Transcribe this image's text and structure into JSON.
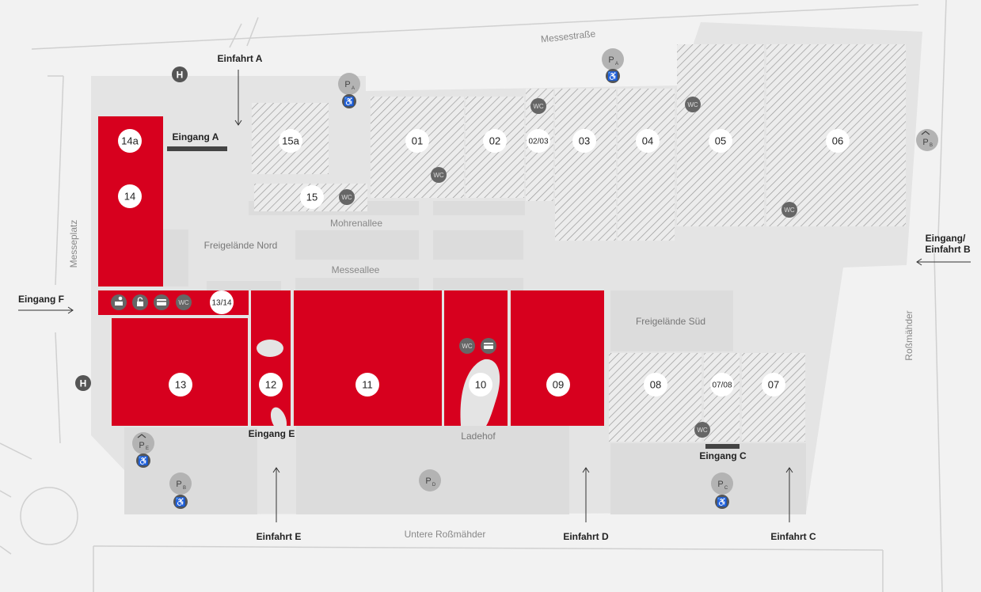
{
  "colors": {
    "background": "#f2f2f2",
    "ground": "#e4e4e4",
    "area": "#dcdcdc",
    "hall_red": "#d7001e",
    "hatch": "#9a9a9a",
    "dark_icon": "#666666",
    "parking": "#b3b3b3"
  },
  "streets": {
    "messestrasse": "Messestraße",
    "mohrenallee": "Mohrenallee",
    "messeallee": "Messeallee",
    "untere_rossmaehder": "Untere Roßmähder",
    "rossmaehder": "Roßmähder",
    "messeplatz": "Messeplatz"
  },
  "areas": {
    "freigelaende_nord": "Freigelände Nord",
    "freigelaende_sued": "Freigelände Süd",
    "ladehof": "Ladehof"
  },
  "halls": {
    "h14a": "14a",
    "h14": "14",
    "h1314": "13/14",
    "h13": "13",
    "h12": "12",
    "h11": "11",
    "h10": "10",
    "h09": "09",
    "h15a": "15a",
    "h15": "15",
    "h01": "01",
    "h02": "02",
    "h0203": "02/03",
    "h03": "03",
    "h04": "04",
    "h05": "05",
    "h06": "06",
    "h08": "08",
    "h0708": "07/08",
    "h07": "07"
  },
  "entrances": {
    "einfahrt_a": "Einfahrt A",
    "eingang_a": "Eingang A",
    "eingang_b_line1": "Eingang/",
    "eingang_b_line2": "Einfahrt B",
    "eingang_f": "Eingang F",
    "eingang_e": "Eingang E",
    "einfahrt_e": "Einfahrt E",
    "einfahrt_d": "Einfahrt D",
    "eingang_c": "Eingang C",
    "einfahrt_c": "Einfahrt C"
  },
  "icons": {
    "wc": "WC",
    "bus_stop": "H",
    "parking": "P"
  },
  "parking": {
    "pa": "A",
    "pb": "B",
    "pc": "C",
    "pd": "D",
    "pe": "E",
    "pf": "B"
  }
}
